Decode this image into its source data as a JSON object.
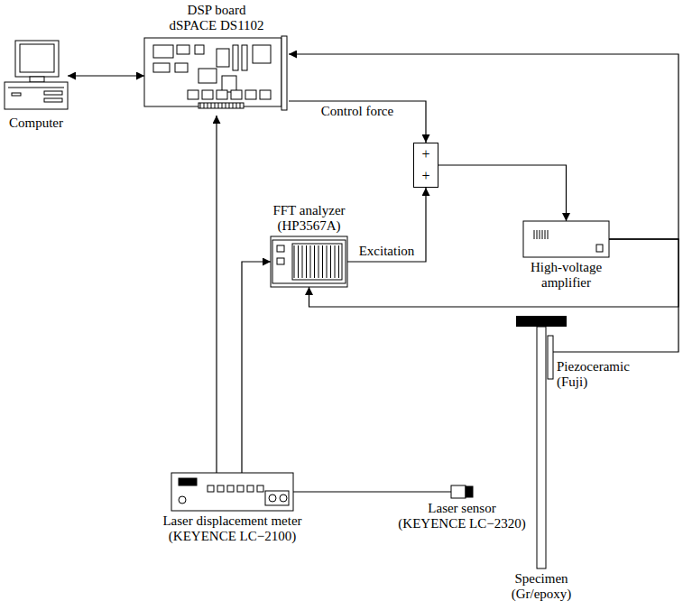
{
  "diagram": {
    "nodes": [
      {
        "text": [
          "Computer"
        ]
      },
      {
        "text": [
          "DSP board",
          "dSPACE DS1102"
        ]
      },
      {
        "text": [
          "+",
          "+"
        ]
      },
      {
        "text": [
          "FFT analyzer",
          "(HP3567A)"
        ]
      },
      {
        "text": [
          "High-voltage amplifier"
        ]
      },
      {
        "text": [
          "Laser displacement meter",
          "(KEYENCE LC−2100)"
        ]
      },
      {
        "text": [
          "Laser sensor",
          "(KEYENCE LC−2320)"
        ]
      },
      {
        "text": [
          "Piezoceramic",
          "(Fuji)"
        ]
      },
      {
        "text": [
          "Specimen",
          "(Gr/epoxy)"
        ]
      }
    ],
    "edges": [
      {
        "from": 0,
        "to": 1,
        "arrow": "both"
      },
      {
        "from": 1,
        "to": 2,
        "label": "Control force",
        "arrow": "to"
      },
      {
        "from": 3,
        "to": 2,
        "label": "Excitation",
        "arrow": "to"
      },
      {
        "from": 2,
        "to": 4,
        "arrow": "to"
      },
      {
        "from": 4,
        "to": 1,
        "arrow": "to"
      },
      {
        "from": 4,
        "to": 7,
        "arrow": "none"
      },
      {
        "from": 4,
        "to": 3,
        "arrow": "to"
      },
      {
        "from": 6,
        "to": 5,
        "arrow": "none"
      },
      {
        "from": 5,
        "to": 1,
        "arrow": "to"
      },
      {
        "from": 5,
        "to": 3,
        "arrow": "to"
      }
    ]
  }
}
